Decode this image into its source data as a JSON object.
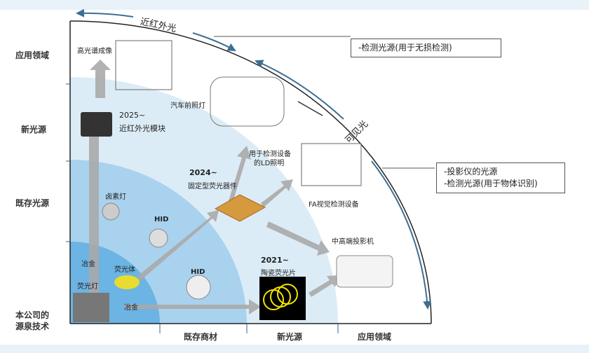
{
  "rows": {
    "application": "应用领域",
    "new_source": "新光源",
    "existing": "既存光源",
    "core_tech": "本公司的源泉技术"
  },
  "columns": {
    "existing_products": "既存商材",
    "new_source": "新光源",
    "application": "应用领域"
  },
  "bands": {
    "nir": "近红外光",
    "visible": "可见光"
  },
  "callouts": {
    "nir": "-检测光源(用于无损检测)",
    "visible_1": "-投影仪的光源",
    "visible_2": "-检测光源(用于物体识别)"
  },
  "items": {
    "hyperspectral": "高光谱成像",
    "headlamp": "汽车前照灯",
    "nir_module_year": "2025~",
    "nir_module": "近红外光模块",
    "ld_lighting_1": "用于检测设备",
    "ld_lighting_2": "的LD照明",
    "fixed_year": "2024~",
    "fixed_phosphor": "固定型荧光器件",
    "fa_vision": "FA视觉检测设备",
    "halogen": "卤素灯",
    "hid1": "HID",
    "hid2": "HID",
    "projector": "中高端投影机",
    "ceramic_year": "2021~",
    "ceramic": "陶瓷荧光片",
    "metallurgy1": "冶金",
    "metallurgy2": "冶金",
    "phosphor": "荧光体",
    "fluorescent": "荧光灯"
  }
}
